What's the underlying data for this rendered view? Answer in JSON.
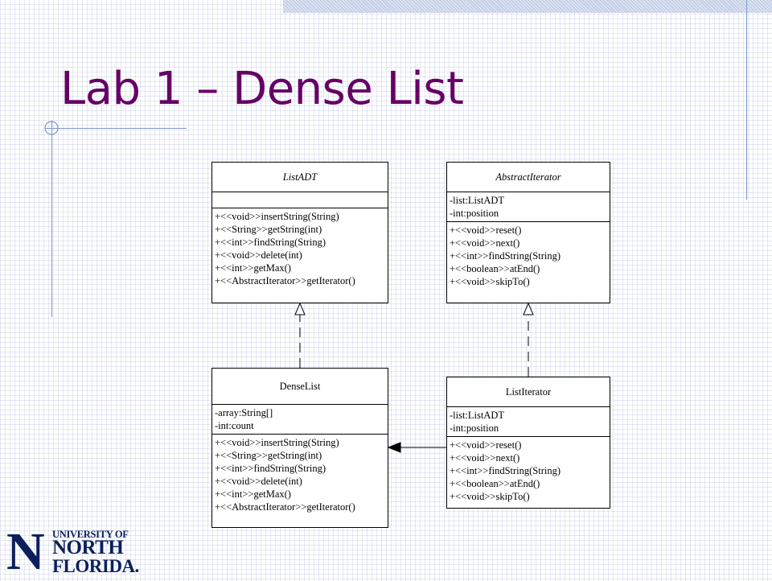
{
  "slide": {
    "title": "Lab 1 – Dense List"
  },
  "colors": {
    "title": "#660066",
    "accent_lines": "#7f96c8",
    "logo": "#0b1f5c"
  },
  "diagram": {
    "classes": {
      "list_adt": {
        "name": "ListADT",
        "abstract": true,
        "attributes": [],
        "operations": [
          "+<<void>>insertString(String)",
          "+<<String>>getString(int)",
          "+<<int>>findString(String)",
          "+<<void>>delete(int)",
          "+<<int>>getMax()",
          "+<<AbstractIterator>>getIterator()"
        ]
      },
      "abstract_iterator": {
        "name": "AbstractIterator",
        "abstract": true,
        "attributes": [
          "-list:ListADT",
          "-int:position"
        ],
        "operations": [
          "+<<void>>reset()",
          "+<<void>>next()",
          "+<<int>>findString(String)",
          "+<<boolean>>atEnd()",
          "+<<void>>skipTo()"
        ]
      },
      "dense_list": {
        "name": "DenseList",
        "abstract": false,
        "attributes": [
          "-array:String[]",
          "-int:count"
        ],
        "operations": [
          "+<<void>>insertString(String)",
          "+<<String>>getString(int)",
          "+<<int>>findString(String)",
          "+<<void>>delete(int)",
          "+<<int>>getMax()",
          "+<<AbstractIterator>>getIterator()"
        ]
      },
      "list_iterator": {
        "name": "ListIterator",
        "abstract": false,
        "attributes": [
          "-list:ListADT",
          "-int:position"
        ],
        "operations": [
          "+<<void>>reset()",
          "+<<void>>next()",
          "+<<int>>findString(String)",
          "+<<boolean>>atEnd()",
          "+<<void>>skipTo()"
        ]
      }
    },
    "relationships": [
      {
        "type": "realization",
        "from": "DenseList",
        "to": "ListADT"
      },
      {
        "type": "realization",
        "from": "ListIterator",
        "to": "AbstractIterator"
      },
      {
        "type": "association",
        "from": "ListIterator",
        "to": "DenseList"
      }
    ]
  },
  "logo": {
    "letter": "N",
    "line1": "UNIVERSITY OF",
    "line2": "NORTH",
    "line3": "FLORIDA."
  }
}
